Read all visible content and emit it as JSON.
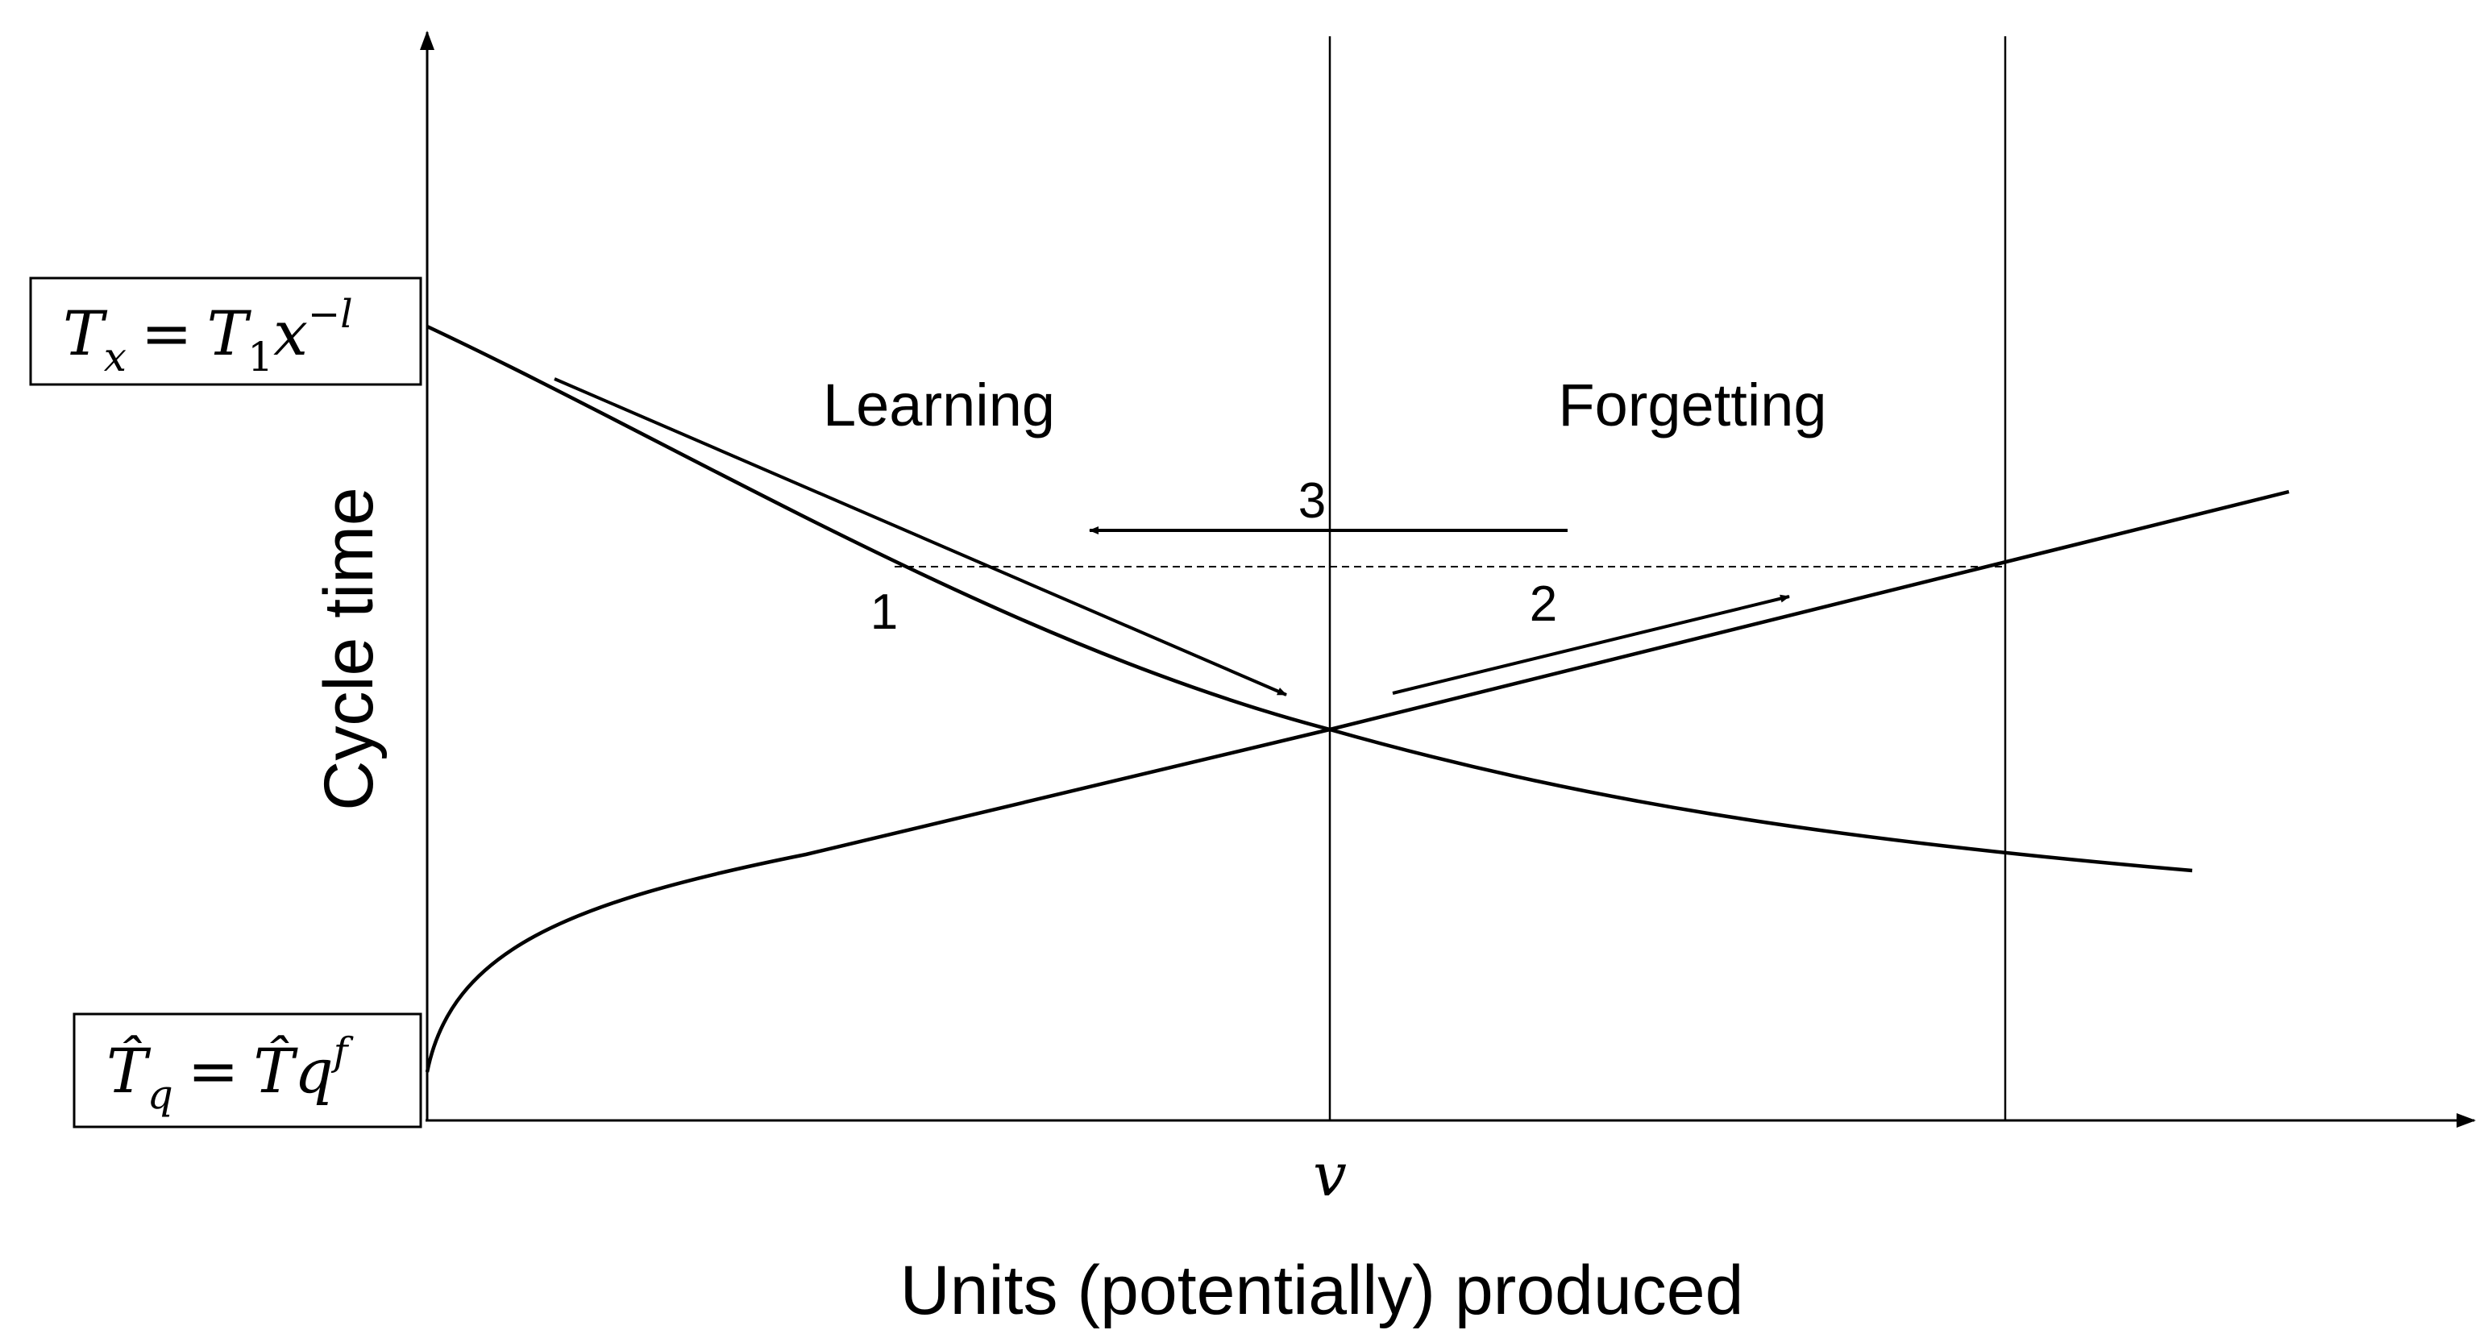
{
  "axes": {
    "y_label": "Cycle time",
    "x_label": "Units (potentially) produced",
    "x_tick": "v"
  },
  "regions": {
    "learning": "Learning",
    "forgetting": "Forgetting"
  },
  "steps": {
    "step1": "1",
    "step2": "2",
    "step3": "3"
  },
  "formulas": {
    "learning": {
      "lhs": "T",
      "lhs_sub": "x",
      "eq": "=",
      "rhs": "T",
      "rhs_sub": "1",
      "var": "x",
      "exponent": "−l"
    },
    "forgetting": {
      "lhs": "T̂",
      "lhs_sub": "q",
      "eq": "=",
      "rhs": "T̂",
      "var": "q",
      "exponent": "f"
    }
  }
}
